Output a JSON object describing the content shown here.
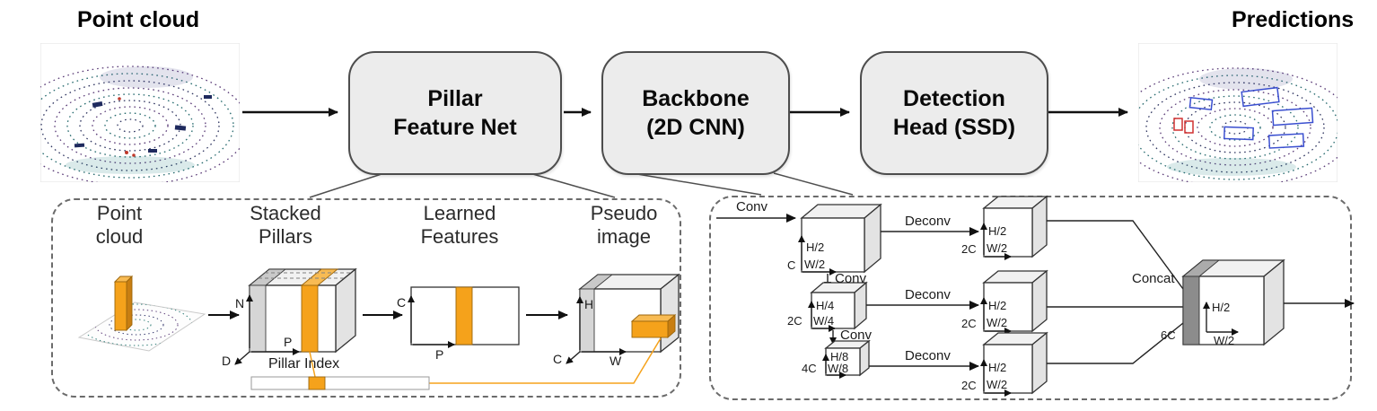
{
  "title_left": "Point cloud",
  "title_right": "Predictions",
  "stages": {
    "pillar_feature_net": "Pillar\nFeature Net",
    "backbone": "Backbone\n(2D CNN)",
    "detection_head": "Detection\nHead (SSD)"
  },
  "pillar_detail": {
    "point_cloud": "Point\ncloud",
    "stacked_pillars": "Stacked\nPillars",
    "learned_features": "Learned\nFeatures",
    "pseudo_image": "Pseudo\nimage",
    "pillar_index": "Pillar Index",
    "axes": {
      "stacked_n": "N",
      "stacked_d": "D",
      "stacked_p": "P",
      "learned_c": "C",
      "learned_p": "P",
      "pseudo_h": "H",
      "pseudo_c": "C",
      "pseudo_w": "W"
    }
  },
  "backbone_detail": {
    "conv": "Conv",
    "deconv": "Deconv",
    "concat": "Concat",
    "enc1": {
      "ch": "C",
      "h": "H/2",
      "w": "W/2"
    },
    "enc2": {
      "ch": "2C",
      "h": "H/4",
      "w": "W/4"
    },
    "enc3": {
      "ch": "4C",
      "h": "H/8",
      "w": "W/8"
    },
    "dec1": {
      "ch": "2C",
      "h": "H/2",
      "w": "W/2"
    },
    "dec2": {
      "ch": "2C",
      "h": "H/2",
      "w": "W/2"
    },
    "dec3": {
      "ch": "2C",
      "h": "H/2",
      "w": "W/2"
    },
    "out": {
      "ch": "6C",
      "h": "H/2",
      "w": "W/2"
    }
  },
  "colors": {
    "orange": "#F5A21B",
    "orange_dark": "#C87E12",
    "box_fill": "#ECECEC",
    "box_border": "#4D4D4D",
    "gray_face": "#D6D6D6",
    "dark_slice": "#8C8C8C",
    "line": "#222222"
  }
}
